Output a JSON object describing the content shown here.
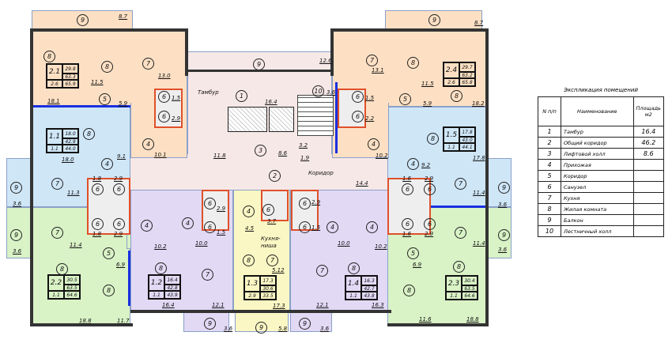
{
  "legend": {
    "title": "Экспликация помещений",
    "headers": [
      "N п/п",
      "Наименование",
      "Площадь м2"
    ],
    "rows": [
      {
        "n": "1",
        "name": "Тамбур",
        "area": "16.4"
      },
      {
        "n": "2",
        "name": "Общий коридор",
        "area": "46.2"
      },
      {
        "n": "3",
        "name": "Лифтовой холл",
        "area": "8.6"
      },
      {
        "n": "4",
        "name": "Прихожая",
        "area": ""
      },
      {
        "n": "5",
        "name": "Коридор",
        "area": ""
      },
      {
        "n": "6",
        "name": "Санузел",
        "area": ""
      },
      {
        "n": "7",
        "name": "Кухня",
        "area": ""
      },
      {
        "n": "8",
        "name": "Жилая комната",
        "area": ""
      },
      {
        "n": "9",
        "name": "Балкон",
        "area": ""
      },
      {
        "n": "10",
        "name": "Лестничный холл",
        "area": ""
      }
    ]
  },
  "apartments": [
    {
      "id": "2.1",
      "living": "29.8",
      "total": "63.3",
      "k": "2.6",
      "gross": "65.9"
    },
    {
      "id": "1.1",
      "living": "18.0",
      "total": "42.9",
      "k": "1.1",
      "gross": "44.0"
    },
    {
      "id": "2.2",
      "living": "30.5",
      "total": "63.5",
      "k": "1.1",
      "gross": "64.6"
    },
    {
      "id": "1.2",
      "living": "16.4",
      "total": "42.8",
      "k": "1.1",
      "gross": "43.9"
    },
    {
      "id": "1.3",
      "living": "17.3",
      "total": "30.6",
      "k": "2.9",
      "gross": "33.5"
    },
    {
      "id": "1.4",
      "living": "16.3",
      "total": "42.7",
      "k": "1.1",
      "gross": "43.8"
    },
    {
      "id": "2.3",
      "living": "30.4",
      "total": "63.5",
      "k": "1.1",
      "gross": "64.6"
    },
    {
      "id": "2.4",
      "living": "29.7",
      "total": "63.2",
      "k": "2.6",
      "gross": "65.8"
    },
    {
      "id": "1.5",
      "living": "17.8",
      "total": "43.0",
      "k": "1.1",
      "gross": "44.1"
    }
  ],
  "common": {
    "tambur": "Тамбур",
    "corridor": "Коридор",
    "kitchen_niche": "Кухня-ниша",
    "kitchen_niche_area": "5.12"
  },
  "areas": [
    "8.7",
    "11.5",
    "18.1",
    "5.9",
    "13.0",
    "1.5",
    "2.9",
    "10.1",
    "18.0",
    "9.1",
    "11.3",
    "1.8",
    "2.9",
    "1.8",
    "2.9",
    "11.4",
    "6.9",
    "10.2",
    "18.8",
    "11.7",
    "3.6",
    "3.6",
    "10.0",
    "16.4",
    "12.1",
    "3.6",
    "2.9",
    "1.5",
    "4.5",
    "3.7",
    "17.3",
    "5.8",
    "2.9",
    "1.5",
    "10.0",
    "12.1",
    "16.3",
    "3.6",
    "10.2",
    "14.4",
    "11.6",
    "18.8",
    "6.9",
    "11.4",
    "11.4",
    "3.6",
    "3.6",
    "9.2",
    "17.8",
    "1.6",
    "2.9",
    "1.6",
    "2.9",
    "8.7",
    "13.1",
    "11.5",
    "5.9",
    "18.2",
    "1.5",
    "2.2",
    "10.2",
    "12.6",
    "3.6",
    "16.4",
    "11.8",
    "8.6",
    "3.2",
    "1.9"
  ]
}
